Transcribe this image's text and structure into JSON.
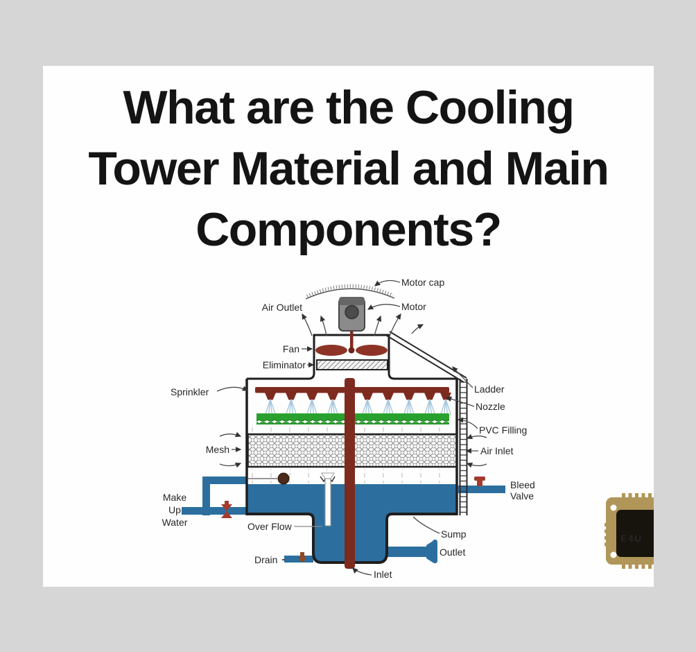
{
  "page": {
    "background": "#d6d6d6",
    "card_background": "#fefefe"
  },
  "title": {
    "lines": [
      "What are the Cooling",
      "Tower Material and Main",
      "Components?"
    ]
  },
  "diagram": {
    "colors": {
      "water_blue": "#2c6f9f",
      "pipe_maroon": "#7e2b1f",
      "fan_maroon": "#8d3427",
      "pvc_green": "#2aa12e",
      "spray_blue": "#a5c7de",
      "valve_red": "#a33b2e",
      "motor_gray": "#8a8a8a",
      "outline_black": "#1f1f1f",
      "logo_gold": "#b09659"
    },
    "labels": {
      "motor_cap": "Motor cap",
      "motor": "Motor",
      "air_outlet": "Air Outlet",
      "fan": "Fan",
      "eliminator": "Eliminator",
      "sprinkler": "Sprinkler",
      "ladder": "Ladder",
      "nozzle": "Nozzle",
      "pvc_filling": "PVC Filling",
      "mesh": "Mesh",
      "air_inlet": "Air Inlet",
      "make_up_water": [
        "Make",
        "Up",
        "Water"
      ],
      "over_flow": "Over Flow",
      "drain": "Drain",
      "inlet": "Inlet",
      "sump": "Sump",
      "outlet": "Outlet",
      "bleed_valve": [
        "Bleed",
        "Valve"
      ]
    }
  },
  "logo": {
    "text": "E4U"
  }
}
